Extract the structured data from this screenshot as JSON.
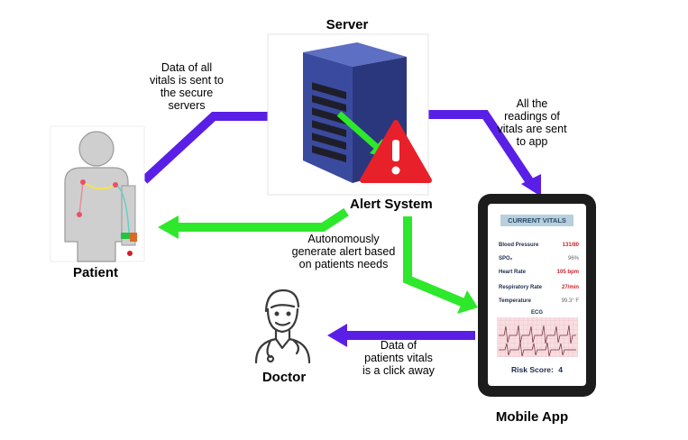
{
  "nodes": {
    "server": "Server",
    "alert": "Alert System",
    "patient": "Patient",
    "doctor": "Doctor",
    "mobile": "Mobile App"
  },
  "notes": {
    "to_server": [
      "Data of all",
      "vitals is sent to",
      "the secure",
      "servers"
    ],
    "to_app": [
      "All the",
      "readings of",
      "vitals are sent",
      "to app"
    ],
    "alert": [
      "Autonomously",
      "generate alert based",
      "on patients needs"
    ],
    "doctor": [
      "Data of",
      "patients vitals",
      "is a click away"
    ]
  },
  "app": {
    "header": "CURRENT VITALS",
    "vitals": [
      {
        "label": "Blood Pressure",
        "value": "131/80",
        "color": "#c4262e"
      },
      {
        "label": "SPO₂",
        "value": "96%",
        "color": "#666666"
      },
      {
        "label": "Heart Rate",
        "value": "105 bpm",
        "color": "#c4262e"
      },
      {
        "label": "Respiratory Rate",
        "value": "27/min",
        "color": "#c4262e"
      },
      {
        "label": "Temperature",
        "value": "99.3° F",
        "color": "#666666"
      }
    ],
    "ecg_label": "ECG",
    "risk_label": "Risk Score:",
    "risk_value": "4"
  },
  "colors": {
    "purple_arrow": "#5a1fe6",
    "green_arrow": "#2ee82b",
    "alert_red": "#e8202a",
    "server_blue": "#3f4fa0"
  }
}
